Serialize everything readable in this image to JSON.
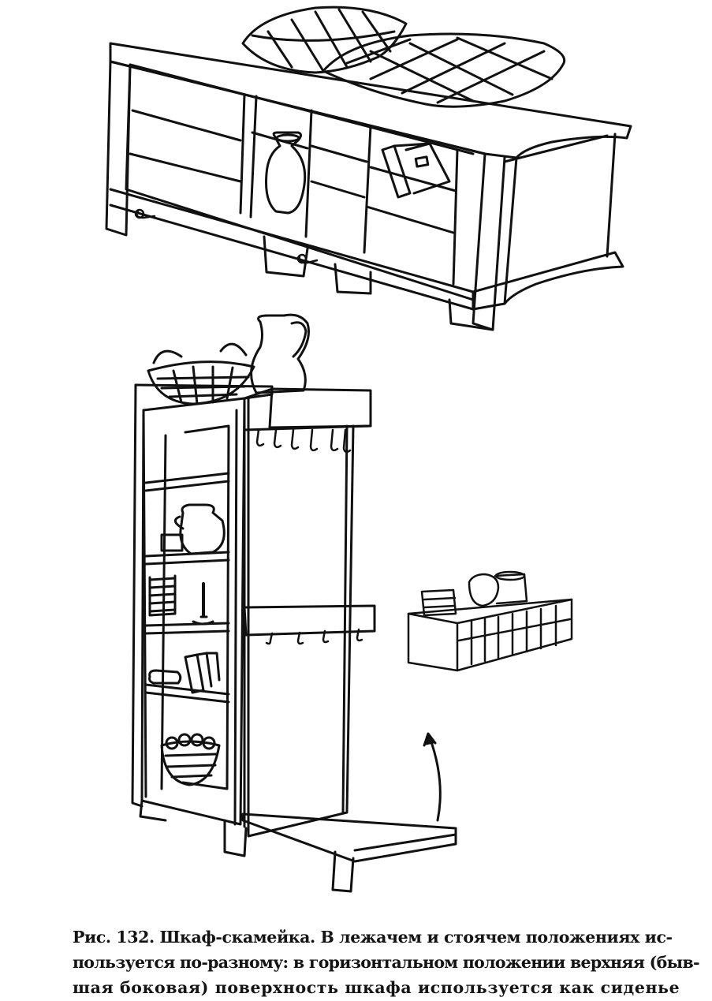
{
  "figure": {
    "caption_lines": [
      "Рис. 132. Шкаф-скамейка. В лежачем и стоячем положениях ис-",
      "пользуется по-разному: в горизонтальном положении верхняя (быв-",
      "шая боковая) поверхность шкафа используется как сиденье"
    ]
  }
}
